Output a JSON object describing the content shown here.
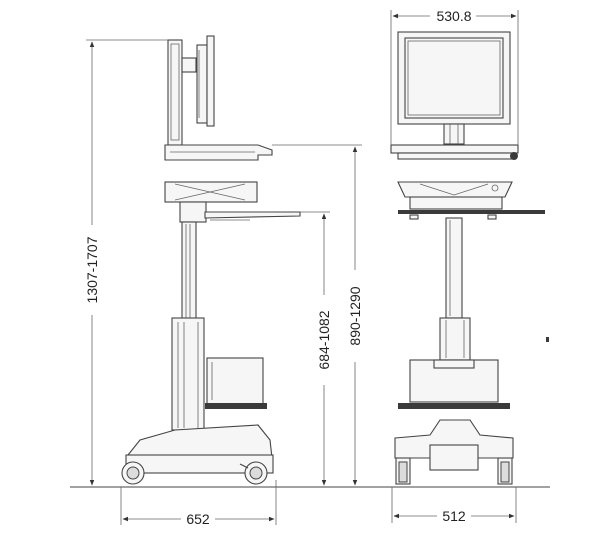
{
  "diagram": {
    "colors": {
      "line": "#444444",
      "text": "#222222",
      "dark": "#3a3a3a"
    },
    "dimensions": {
      "side_width": "652",
      "front_width": "512",
      "top_width": "530.8",
      "total_height": "1307-1707",
      "tray_height": "890-1290",
      "shelf_height": "684-1082"
    }
  }
}
